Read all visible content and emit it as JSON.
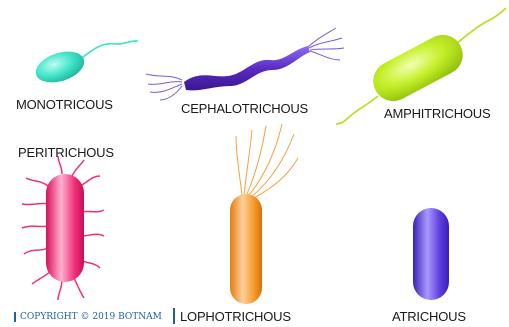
{
  "labels": {
    "monotrichous": "MONOTRICOUS",
    "cephalotrichous": "CEPHALOTRICHOUS",
    "amphitrichous": "AMPHITRICHOUS",
    "peritrichous": "PERITRICHOUS",
    "lophotrichous": "LOPHOTRICHOUS",
    "atrichous": "ATRICHOUS"
  },
  "copyright": "COPYRIGHT © 2019 BOTNAM",
  "colors": {
    "monotrichous": "#3fe3c8",
    "cephalotrichous": "#5b2bc4",
    "amphitrichous": "#c6f02a",
    "peritrichous": "#f0307a",
    "lophotrichous": "#f59a2a",
    "atrichous": "#5d3ce0",
    "copyright_text": "#1d5fa8"
  }
}
